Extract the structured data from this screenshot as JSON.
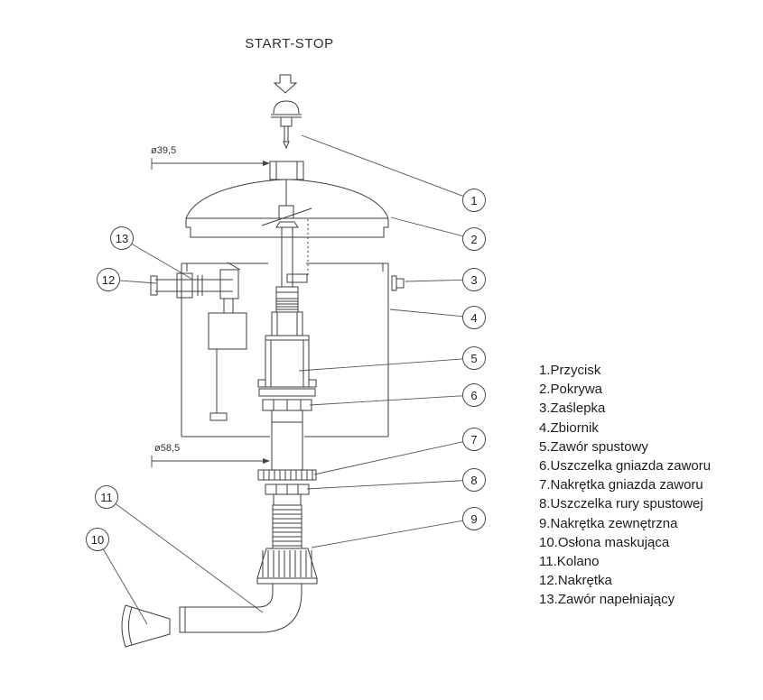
{
  "diagram": {
    "title": "START-STOP",
    "dim_top": "ø39,5",
    "dim_bottom": "ø58,5",
    "callouts": [
      "1",
      "2",
      "3",
      "4",
      "5",
      "6",
      "7",
      "8",
      "9",
      "10",
      "11",
      "12",
      "13"
    ],
    "legend": [
      "1.Przycisk",
      "2.Pokrywa",
      "3.Zaślepka",
      "4.Zbiornik",
      "5.Zawór spustowy",
      "6.Uszczelka gniazda zaworu",
      "7.Nakrętka gniazda zaworu",
      "8.Uszczelka rury spustowej",
      "9.Nakrętka zewnętrzna",
      "10.Osłona maskująca",
      "11.Kolano",
      "12.Nakrętka",
      "13.Zawór napełniający"
    ]
  }
}
